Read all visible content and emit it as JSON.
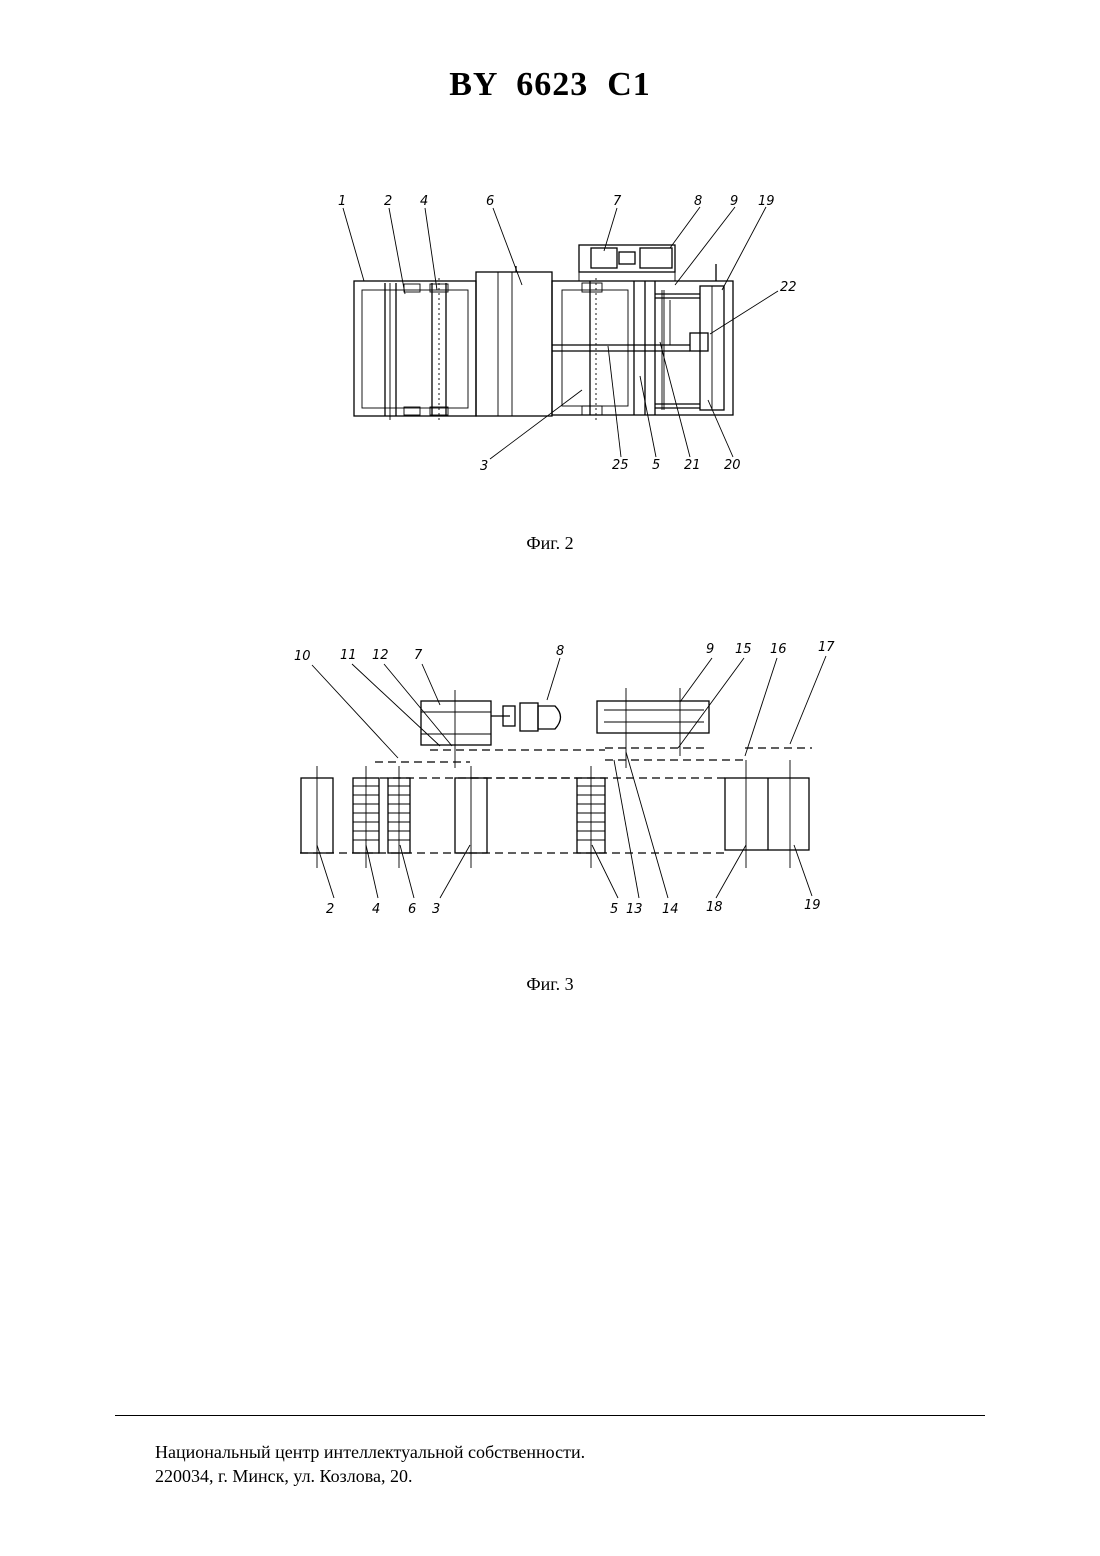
{
  "document": {
    "title": "BY  6623  C1"
  },
  "figures": [
    {
      "caption": "Фиг. 2",
      "labels": [
        "1",
        "2",
        "4",
        "6",
        "7",
        "8",
        "9",
        "19",
        "22",
        "3",
        "25",
        "5",
        "21",
        "20"
      ]
    },
    {
      "caption": "Фиг. 3",
      "labels": [
        "10",
        "11",
        "12",
        "7",
        "8",
        "9",
        "15",
        "16",
        "17",
        "2",
        "4",
        "6",
        "3",
        "5",
        "13",
        "14",
        "18",
        "19"
      ]
    }
  ],
  "footer": {
    "line1": "Национальный центр интеллектуальной собственности.",
    "line2": "220034, г. Минск, ул. Козлова, 20."
  }
}
